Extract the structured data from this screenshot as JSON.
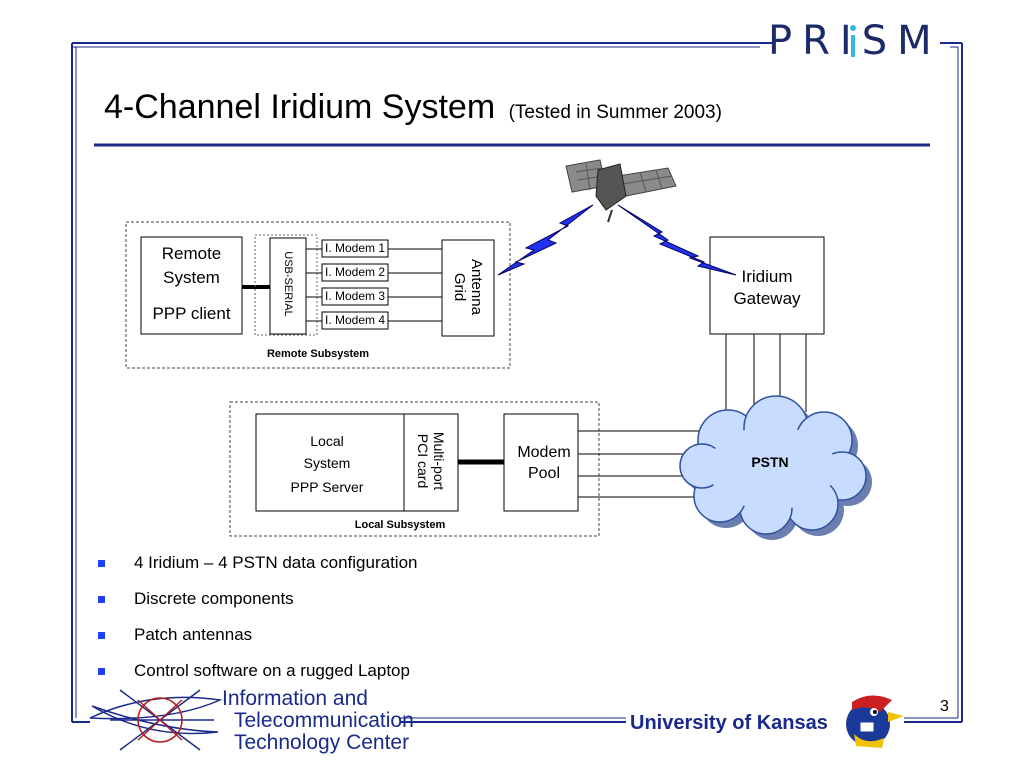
{
  "header": {
    "logo_text": "PRISM",
    "title": "4-Channel Iridium System",
    "subtitle": "(Tested in Summer 2003)"
  },
  "diagram": {
    "remote_system": {
      "line1": "Remote",
      "line2": "System",
      "line3": "PPP client"
    },
    "usb_serial": "USB-SERIAL",
    "modems": [
      "I. Modem 1",
      "I. Modem 2",
      "I. Modem 3",
      "I. Modem 4"
    ],
    "antenna_grid": {
      "line1": "Antenna",
      "line2": "Grid"
    },
    "remote_subsystem_label": "Remote Subsystem",
    "iridium_gateway": {
      "line1": "Iridium",
      "line2": "Gateway"
    },
    "local_system": {
      "line1": "Local",
      "line2": "System",
      "line3": "PPP Server"
    },
    "multiport": {
      "line1": "Multi-port",
      "line2": "PCI card"
    },
    "modem_pool": {
      "line1": "Modem",
      "line2": "Pool"
    },
    "local_subsystem_label": "Local Subsystem",
    "pstn": "PSTN"
  },
  "bullets": [
    "4 Iridium – 4 PSTN data configuration",
    "Discrete components",
    "Patch antennas",
    "Control software on a rugged Laptop"
  ],
  "footer": {
    "page_number": "3",
    "ittc_lines": [
      "Information and",
      "Telecommunication",
      "Technology Center"
    ],
    "university": "University of Kansas"
  },
  "colors": {
    "frame": "#1a2a8a",
    "bullet": "#1f3fff",
    "lightning": "#2233ee",
    "cloud": "#c8dcff"
  }
}
